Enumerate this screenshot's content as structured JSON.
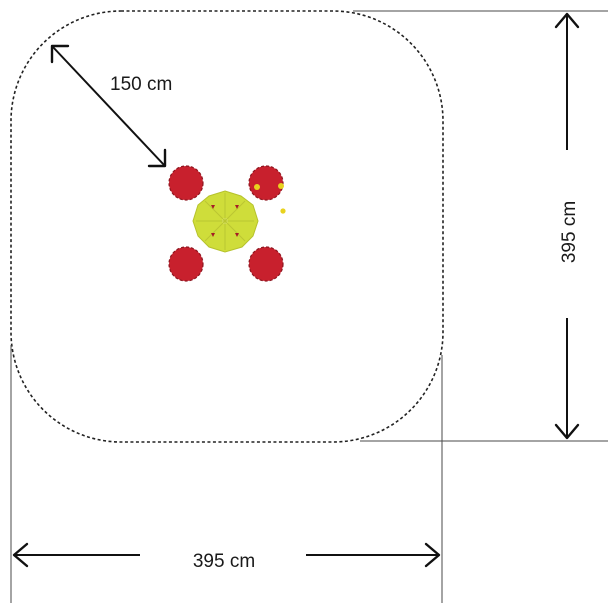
{
  "labels": {
    "clearance": "150 cm",
    "width": "395 cm",
    "height": "395 cm"
  },
  "colors": {
    "post": "#c8202d",
    "post_dark": "#8e1620",
    "canopy": "#cfdd3a",
    "canopy_light": "#e6ee7a",
    "accent": "#e8d21e"
  }
}
